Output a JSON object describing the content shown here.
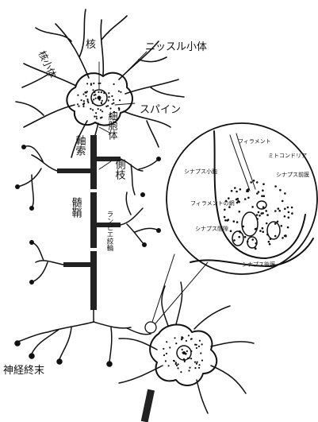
{
  "labels": {
    "nucleus": "核",
    "nucleolus": "核小体",
    "nissl_body": "ニッスル小体",
    "spine": "スパイン",
    "cell_body": "細胞体",
    "axon": "軸索",
    "collateral": "側枝",
    "myelin_sheath": "髄鞘",
    "node_of_ranvier": "ランビエ絞輪",
    "nerve_terminal": "神経終末",
    "filament": "フィラメント",
    "mitochondria": "ミトコンドリア",
    "synaptic_vesicle": "シナプス小胞",
    "synaptic_membrane": "シナプス前膜",
    "filament_network": "フィラメントの網",
    "synaptic_cleft": "シナプス間隙",
    "postsynaptic": "シナプス後膜"
  },
  "colors": {
    "ink": "#111111",
    "paper": "#ffffff"
  }
}
